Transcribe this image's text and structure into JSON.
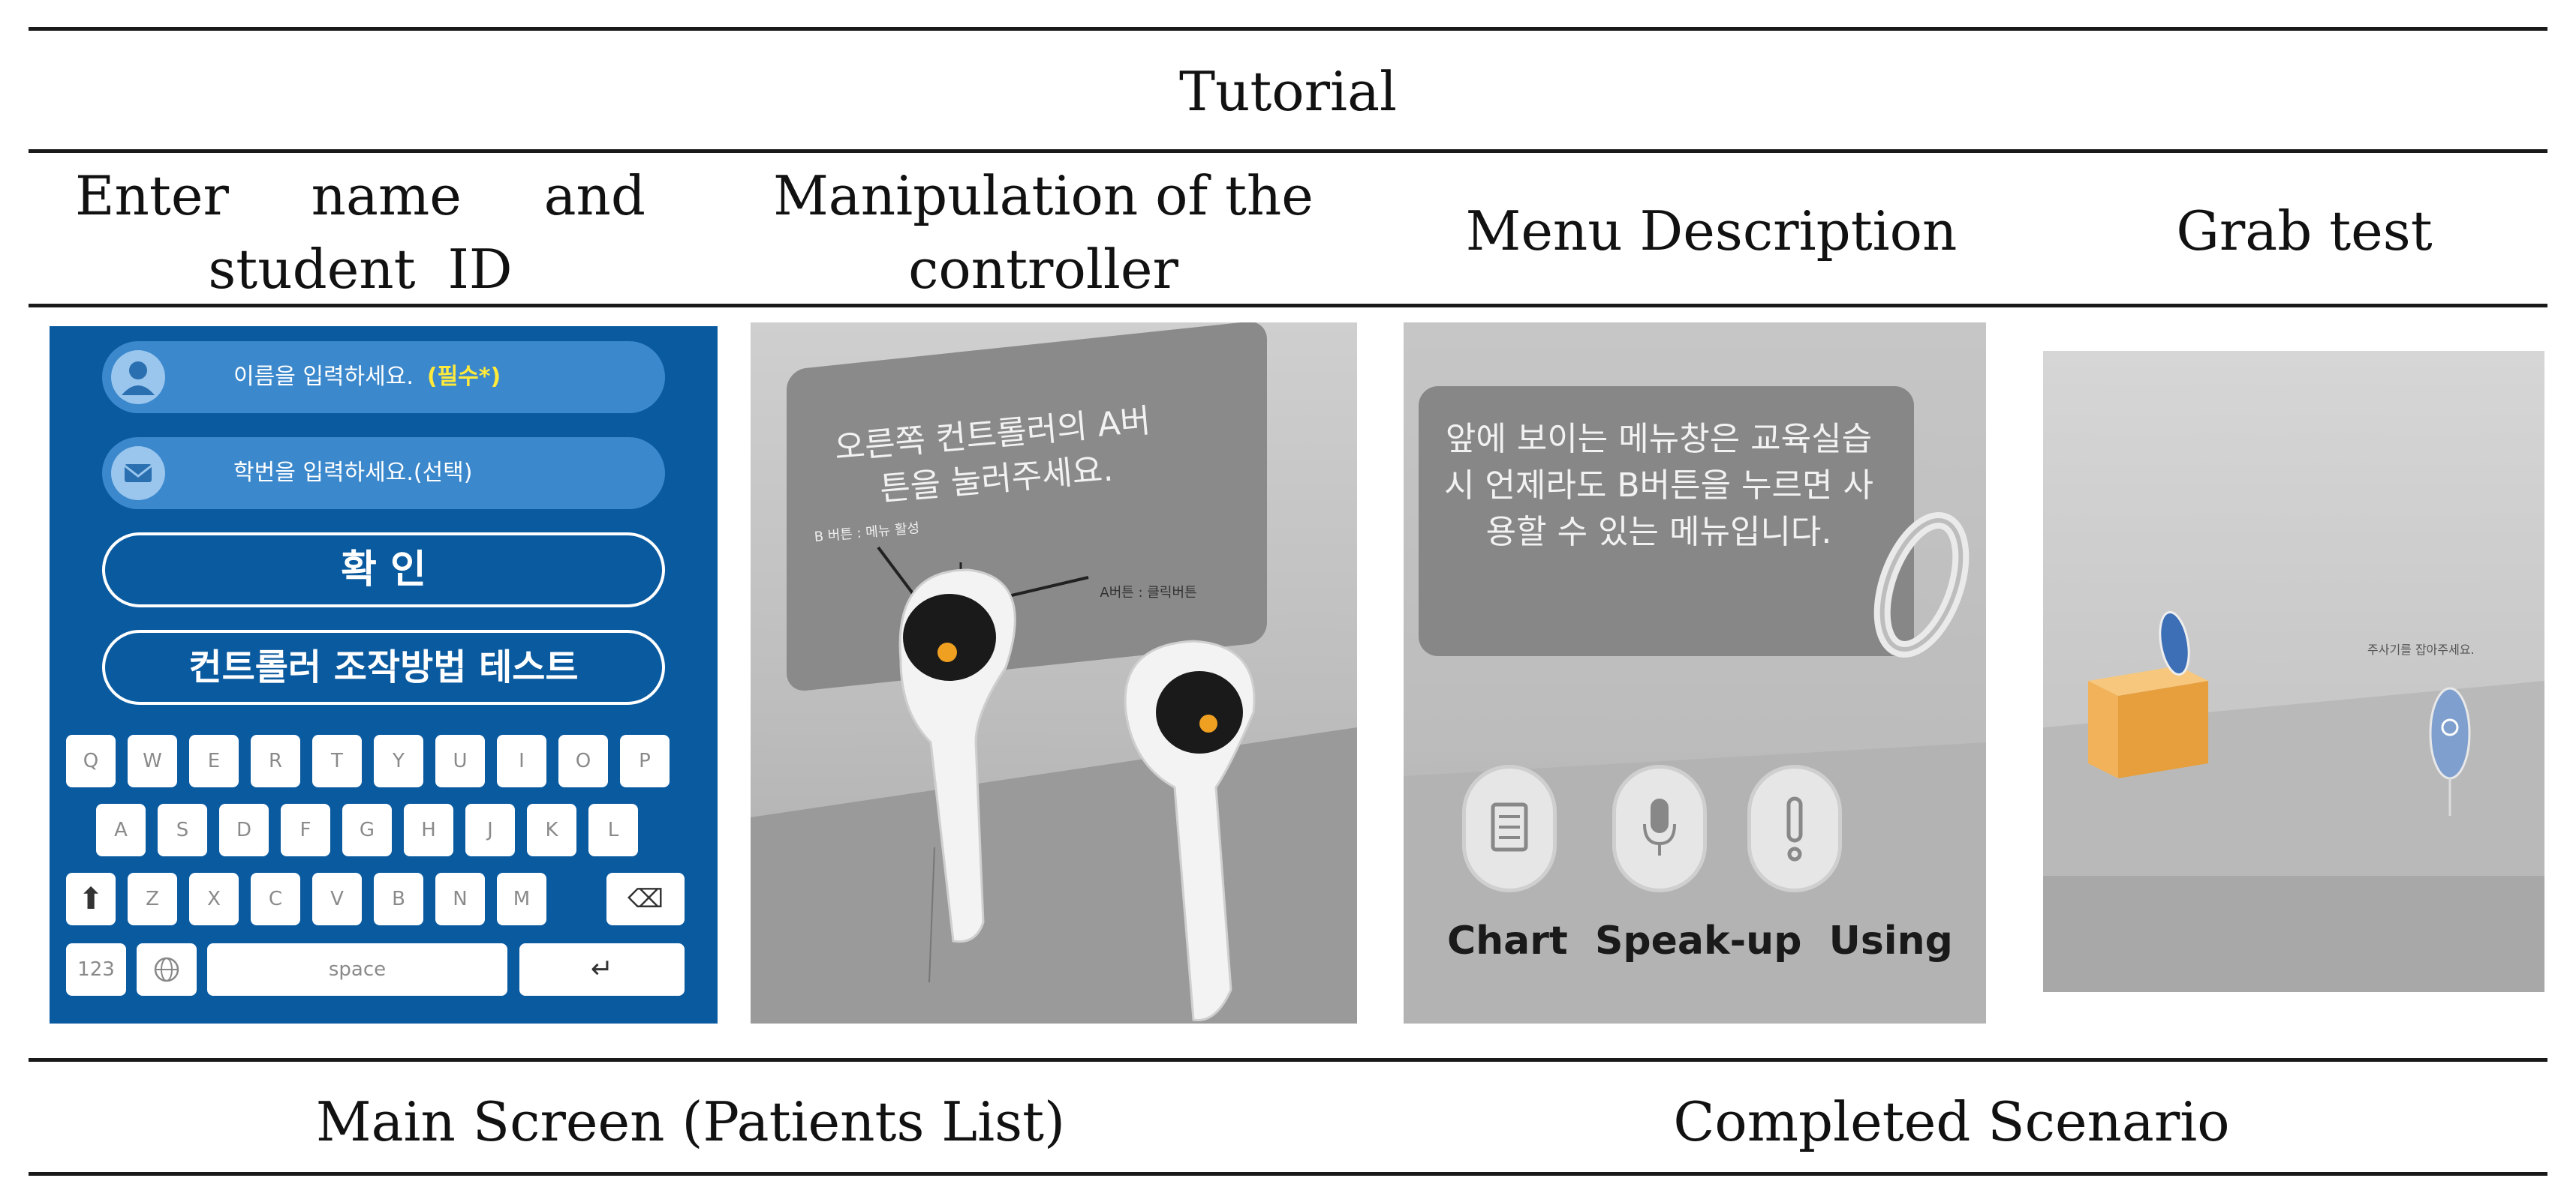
{
  "header": {
    "title": "Tutorial"
  },
  "columns": {
    "col1": "Enter name and student ID",
    "col2": "Manipulation of the controller",
    "col3": "Menu Description",
    "col4": "Grab test"
  },
  "screen1": {
    "name_placeholder": "이름을 입력하세요.",
    "required_tag": "(필수*)",
    "id_placeholder": "학번을 입력하세요.(선택)",
    "confirm": "확 인",
    "controller_test": "컨트롤러 조작방법 테스트",
    "keyboard": {
      "row1": [
        "Q",
        "W",
        "E",
        "R",
        "T",
        "Y",
        "U",
        "I",
        "O",
        "P"
      ],
      "row2": [
        "A",
        "S",
        "D",
        "F",
        "G",
        "H",
        "J",
        "K",
        "L"
      ],
      "row3": [
        "Z",
        "X",
        "C",
        "V",
        "B",
        "N",
        "M"
      ],
      "numbers": "123",
      "space": "space"
    }
  },
  "screen2": {
    "instruction": "오른쪽 컨트롤러의 A버튼을 눌러주세요.",
    "label_b": "B 버튼 : 메뉴 활성",
    "label_a": "A버튼 : 클릭버튼"
  },
  "screen3": {
    "instruction": "앞에 보이는 메뉴창은 교육실습시 언제라도 B버튼을 누르면 사용할 수 있는 메뉴입니다.",
    "menu_labels": "Chart  Speak-up  Using"
  },
  "screen4": {
    "hint": "주사기를 잡아주세요."
  },
  "footer": {
    "left": "Main Screen (Patients List)",
    "right": "Completed Scenario"
  },
  "colors": {
    "login_bg": "#0a5aa0",
    "pill": "#3b88cc",
    "box": "#f2b25a"
  }
}
